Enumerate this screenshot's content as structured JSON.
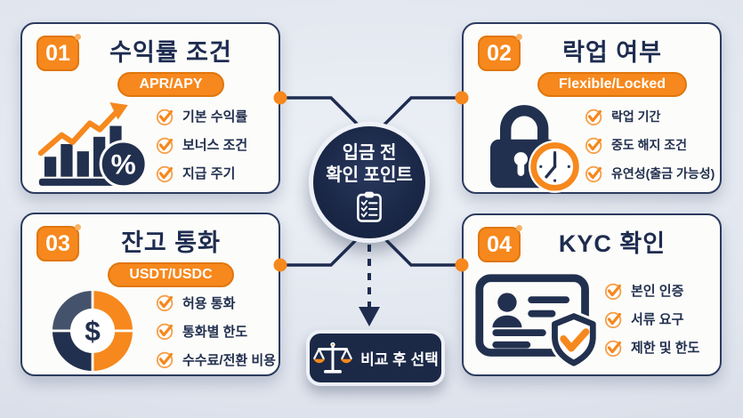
{
  "center": {
    "line1": "입금 전",
    "line2": "확인 포인트",
    "icon": "clipboard-checklist-icon"
  },
  "result": {
    "label": "비교 후 선택",
    "icon": "balance-scale-icon"
  },
  "cards": [
    {
      "num": "01",
      "title": "수익률 조건",
      "tag": "APR/APY",
      "icon": "bar-chart-trend-percent-icon",
      "symbol": "%",
      "items": [
        "기본 수익률",
        "보너스 조건",
        "지급 주기"
      ]
    },
    {
      "num": "02",
      "title": "락업 여부",
      "tag": "Flexible/Locked",
      "icon": "padlock-clock-icon",
      "items": [
        "락업 기간",
        "중도 해지 조건",
        "유연성(출금 가능성)"
      ]
    },
    {
      "num": "03",
      "title": "잔고 통화",
      "tag": "USDT/USDC",
      "icon": "donut-chart-dollar-icon",
      "symbol": "$",
      "items": [
        "허용 통화",
        "통화별 한도",
        "수수료/전환 비용"
      ]
    },
    {
      "num": "04",
      "title": "KYC 확인",
      "icon": "id-card-shield-check-icon",
      "items": [
        "본인 인증",
        "서류 요구",
        "제한 및 한도"
      ]
    }
  ],
  "colors": {
    "navy": "#1e2c50",
    "orange": "#f6881d",
    "slate": "#44526b",
    "background": "#dfe4ee",
    "card": "#fcfcfa",
    "white": "#ffffff"
  }
}
